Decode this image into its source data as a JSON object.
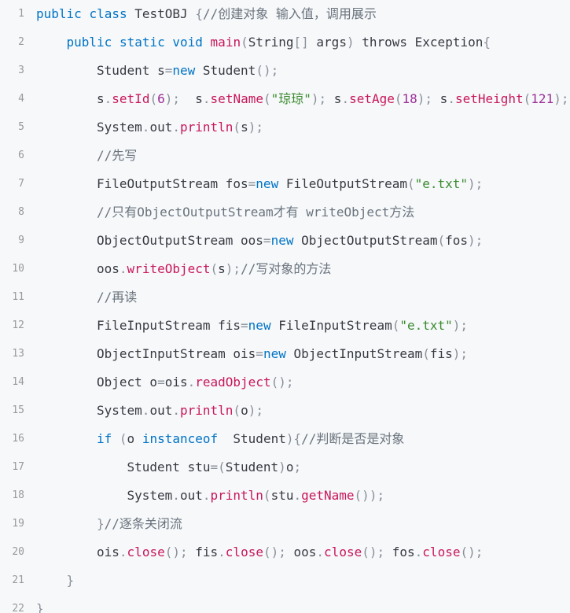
{
  "code": {
    "lines": [
      {
        "number": "1",
        "indent": 0,
        "tokens": [
          {
            "type": "kw",
            "text": "public"
          },
          {
            "type": "tx",
            "text": " "
          },
          {
            "type": "kw",
            "text": "class"
          },
          {
            "type": "tx",
            "text": " TestOBJ "
          },
          {
            "type": "pn",
            "text": "{"
          },
          {
            "type": "cm",
            "text": "//创建对象 输入值，调用展示"
          }
        ]
      },
      {
        "number": "2",
        "indent": 1,
        "tokens": [
          {
            "type": "kw",
            "text": "public"
          },
          {
            "type": "tx",
            "text": " "
          },
          {
            "type": "kw",
            "text": "static"
          },
          {
            "type": "tx",
            "text": " "
          },
          {
            "type": "kw",
            "text": "void"
          },
          {
            "type": "tx",
            "text": " "
          },
          {
            "type": "fn",
            "text": "main"
          },
          {
            "type": "pn",
            "text": "("
          },
          {
            "type": "tx",
            "text": "String"
          },
          {
            "type": "pn",
            "text": "[]"
          },
          {
            "type": "tx",
            "text": " args"
          },
          {
            "type": "pn",
            "text": ")"
          },
          {
            "type": "tx",
            "text": " throws Exception"
          },
          {
            "type": "pn",
            "text": "{"
          }
        ]
      },
      {
        "number": "3",
        "indent": 2,
        "tokens": [
          {
            "type": "tx",
            "text": "Student s"
          },
          {
            "type": "pn",
            "text": "="
          },
          {
            "type": "kw",
            "text": "new"
          },
          {
            "type": "tx",
            "text": " Student"
          },
          {
            "type": "pn",
            "text": "();"
          }
        ]
      },
      {
        "number": "4",
        "indent": 2,
        "tokens": [
          {
            "type": "tx",
            "text": "s"
          },
          {
            "type": "pn",
            "text": "."
          },
          {
            "type": "fn",
            "text": "setId"
          },
          {
            "type": "pn",
            "text": "("
          },
          {
            "type": "num",
            "text": "6"
          },
          {
            "type": "pn",
            "text": ");"
          },
          {
            "type": "tx",
            "text": "  s"
          },
          {
            "type": "pn",
            "text": "."
          },
          {
            "type": "fn",
            "text": "setName"
          },
          {
            "type": "pn",
            "text": "("
          },
          {
            "type": "str",
            "text": "\"琼琼\""
          },
          {
            "type": "pn",
            "text": ");"
          },
          {
            "type": "tx",
            "text": " s"
          },
          {
            "type": "pn",
            "text": "."
          },
          {
            "type": "fn",
            "text": "setAge"
          },
          {
            "type": "pn",
            "text": "("
          },
          {
            "type": "num",
            "text": "18"
          },
          {
            "type": "pn",
            "text": ");"
          },
          {
            "type": "tx",
            "text": " s"
          },
          {
            "type": "pn",
            "text": "."
          },
          {
            "type": "fn",
            "text": "setHeight"
          },
          {
            "type": "pn",
            "text": "("
          },
          {
            "type": "num",
            "text": "121"
          },
          {
            "type": "pn",
            "text": ");"
          }
        ]
      },
      {
        "number": "5",
        "indent": 2,
        "tokens": [
          {
            "type": "tx",
            "text": "System"
          },
          {
            "type": "pn",
            "text": "."
          },
          {
            "type": "tx",
            "text": "out"
          },
          {
            "type": "pn",
            "text": "."
          },
          {
            "type": "fn",
            "text": "println"
          },
          {
            "type": "pn",
            "text": "("
          },
          {
            "type": "tx",
            "text": "s"
          },
          {
            "type": "pn",
            "text": ");"
          }
        ]
      },
      {
        "number": "6",
        "indent": 2,
        "tokens": [
          {
            "type": "cm",
            "text": "//先写"
          }
        ]
      },
      {
        "number": "7",
        "indent": 2,
        "tokens": [
          {
            "type": "tx",
            "text": "FileOutputStream fos"
          },
          {
            "type": "pn",
            "text": "="
          },
          {
            "type": "kw",
            "text": "new"
          },
          {
            "type": "tx",
            "text": " FileOutputStream"
          },
          {
            "type": "pn",
            "text": "("
          },
          {
            "type": "str",
            "text": "\"e.txt\""
          },
          {
            "type": "pn",
            "text": ");"
          }
        ]
      },
      {
        "number": "8",
        "indent": 2,
        "tokens": [
          {
            "type": "cm",
            "text": "//只有ObjectOutputStream才有 writeObject方法"
          }
        ]
      },
      {
        "number": "9",
        "indent": 2,
        "tokens": [
          {
            "type": "tx",
            "text": "ObjectOutputStream oos"
          },
          {
            "type": "pn",
            "text": "="
          },
          {
            "type": "kw",
            "text": "new"
          },
          {
            "type": "tx",
            "text": " ObjectOutputStream"
          },
          {
            "type": "pn",
            "text": "("
          },
          {
            "type": "tx",
            "text": "fos"
          },
          {
            "type": "pn",
            "text": ");"
          }
        ]
      },
      {
        "number": "10",
        "indent": 2,
        "tokens": [
          {
            "type": "tx",
            "text": "oos"
          },
          {
            "type": "pn",
            "text": "."
          },
          {
            "type": "fn",
            "text": "writeObject"
          },
          {
            "type": "pn",
            "text": "("
          },
          {
            "type": "tx",
            "text": "s"
          },
          {
            "type": "pn",
            "text": ");"
          },
          {
            "type": "cm",
            "text": "//写对象的方法"
          }
        ]
      },
      {
        "number": "11",
        "indent": 2,
        "tokens": [
          {
            "type": "cm",
            "text": "//再读"
          }
        ]
      },
      {
        "number": "12",
        "indent": 2,
        "tokens": [
          {
            "type": "tx",
            "text": "FileInputStream fis"
          },
          {
            "type": "pn",
            "text": "="
          },
          {
            "type": "kw",
            "text": "new"
          },
          {
            "type": "tx",
            "text": " FileInputStream"
          },
          {
            "type": "pn",
            "text": "("
          },
          {
            "type": "str",
            "text": "\"e.txt\""
          },
          {
            "type": "pn",
            "text": ");"
          }
        ]
      },
      {
        "number": "13",
        "indent": 2,
        "tokens": [
          {
            "type": "tx",
            "text": "ObjectInputStream ois"
          },
          {
            "type": "pn",
            "text": "="
          },
          {
            "type": "kw",
            "text": "new"
          },
          {
            "type": "tx",
            "text": " ObjectInputStream"
          },
          {
            "type": "pn",
            "text": "("
          },
          {
            "type": "tx",
            "text": "fis"
          },
          {
            "type": "pn",
            "text": ");"
          }
        ]
      },
      {
        "number": "14",
        "indent": 2,
        "tokens": [
          {
            "type": "tx",
            "text": "Object o"
          },
          {
            "type": "pn",
            "text": "="
          },
          {
            "type": "tx",
            "text": "ois"
          },
          {
            "type": "pn",
            "text": "."
          },
          {
            "type": "fn",
            "text": "readObject"
          },
          {
            "type": "pn",
            "text": "();"
          }
        ]
      },
      {
        "number": "15",
        "indent": 2,
        "tokens": [
          {
            "type": "tx",
            "text": "System"
          },
          {
            "type": "pn",
            "text": "."
          },
          {
            "type": "tx",
            "text": "out"
          },
          {
            "type": "pn",
            "text": "."
          },
          {
            "type": "fn",
            "text": "println"
          },
          {
            "type": "pn",
            "text": "("
          },
          {
            "type": "tx",
            "text": "o"
          },
          {
            "type": "pn",
            "text": ");"
          }
        ]
      },
      {
        "number": "16",
        "indent": 2,
        "tokens": [
          {
            "type": "kw",
            "text": "if"
          },
          {
            "type": "tx",
            "text": " "
          },
          {
            "type": "pn",
            "text": "("
          },
          {
            "type": "tx",
            "text": "o "
          },
          {
            "type": "kw",
            "text": "instanceof"
          },
          {
            "type": "tx",
            "text": "  Student"
          },
          {
            "type": "pn",
            "text": "){"
          },
          {
            "type": "cm",
            "text": "//判断是否是对象"
          }
        ]
      },
      {
        "number": "17",
        "indent": 3,
        "tokens": [
          {
            "type": "tx",
            "text": "Student stu"
          },
          {
            "type": "pn",
            "text": "=("
          },
          {
            "type": "tx",
            "text": "Student"
          },
          {
            "type": "pn",
            "text": ")"
          },
          {
            "type": "tx",
            "text": "o"
          },
          {
            "type": "pn",
            "text": ";"
          }
        ]
      },
      {
        "number": "18",
        "indent": 3,
        "tokens": [
          {
            "type": "tx",
            "text": "System"
          },
          {
            "type": "pn",
            "text": "."
          },
          {
            "type": "tx",
            "text": "out"
          },
          {
            "type": "pn",
            "text": "."
          },
          {
            "type": "fn",
            "text": "println"
          },
          {
            "type": "pn",
            "text": "("
          },
          {
            "type": "tx",
            "text": "stu"
          },
          {
            "type": "pn",
            "text": "."
          },
          {
            "type": "fn",
            "text": "getName"
          },
          {
            "type": "pn",
            "text": "());"
          }
        ]
      },
      {
        "number": "19",
        "indent": 2,
        "tokens": [
          {
            "type": "pn",
            "text": "}"
          },
          {
            "type": "cm",
            "text": "//逐条关闭流"
          }
        ]
      },
      {
        "number": "20",
        "indent": 2,
        "tokens": [
          {
            "type": "tx",
            "text": "ois"
          },
          {
            "type": "pn",
            "text": "."
          },
          {
            "type": "fn",
            "text": "close"
          },
          {
            "type": "pn",
            "text": "();"
          },
          {
            "type": "tx",
            "text": " fis"
          },
          {
            "type": "pn",
            "text": "."
          },
          {
            "type": "fn",
            "text": "close"
          },
          {
            "type": "pn",
            "text": "();"
          },
          {
            "type": "tx",
            "text": " oos"
          },
          {
            "type": "pn",
            "text": "."
          },
          {
            "type": "fn",
            "text": "close"
          },
          {
            "type": "pn",
            "text": "();"
          },
          {
            "type": "tx",
            "text": " fos"
          },
          {
            "type": "pn",
            "text": "."
          },
          {
            "type": "fn",
            "text": "close"
          },
          {
            "type": "pn",
            "text": "();"
          }
        ]
      },
      {
        "number": "21",
        "indent": 1,
        "tokens": [
          {
            "type": "pn",
            "text": "}"
          }
        ]
      },
      {
        "number": "22",
        "indent": 0,
        "tokens": [
          {
            "type": "pn",
            "text": "}"
          }
        ]
      }
    ]
  },
  "colors": {
    "background": "#f6f8fa",
    "keyword": "#0073c5",
    "method": "#c8175a",
    "string": "#3b8a2e",
    "number": "#9b2f96",
    "comment": "#6a737d",
    "punctuation": "#8a9099",
    "text": "#383a42",
    "line_number": "#999999"
  }
}
